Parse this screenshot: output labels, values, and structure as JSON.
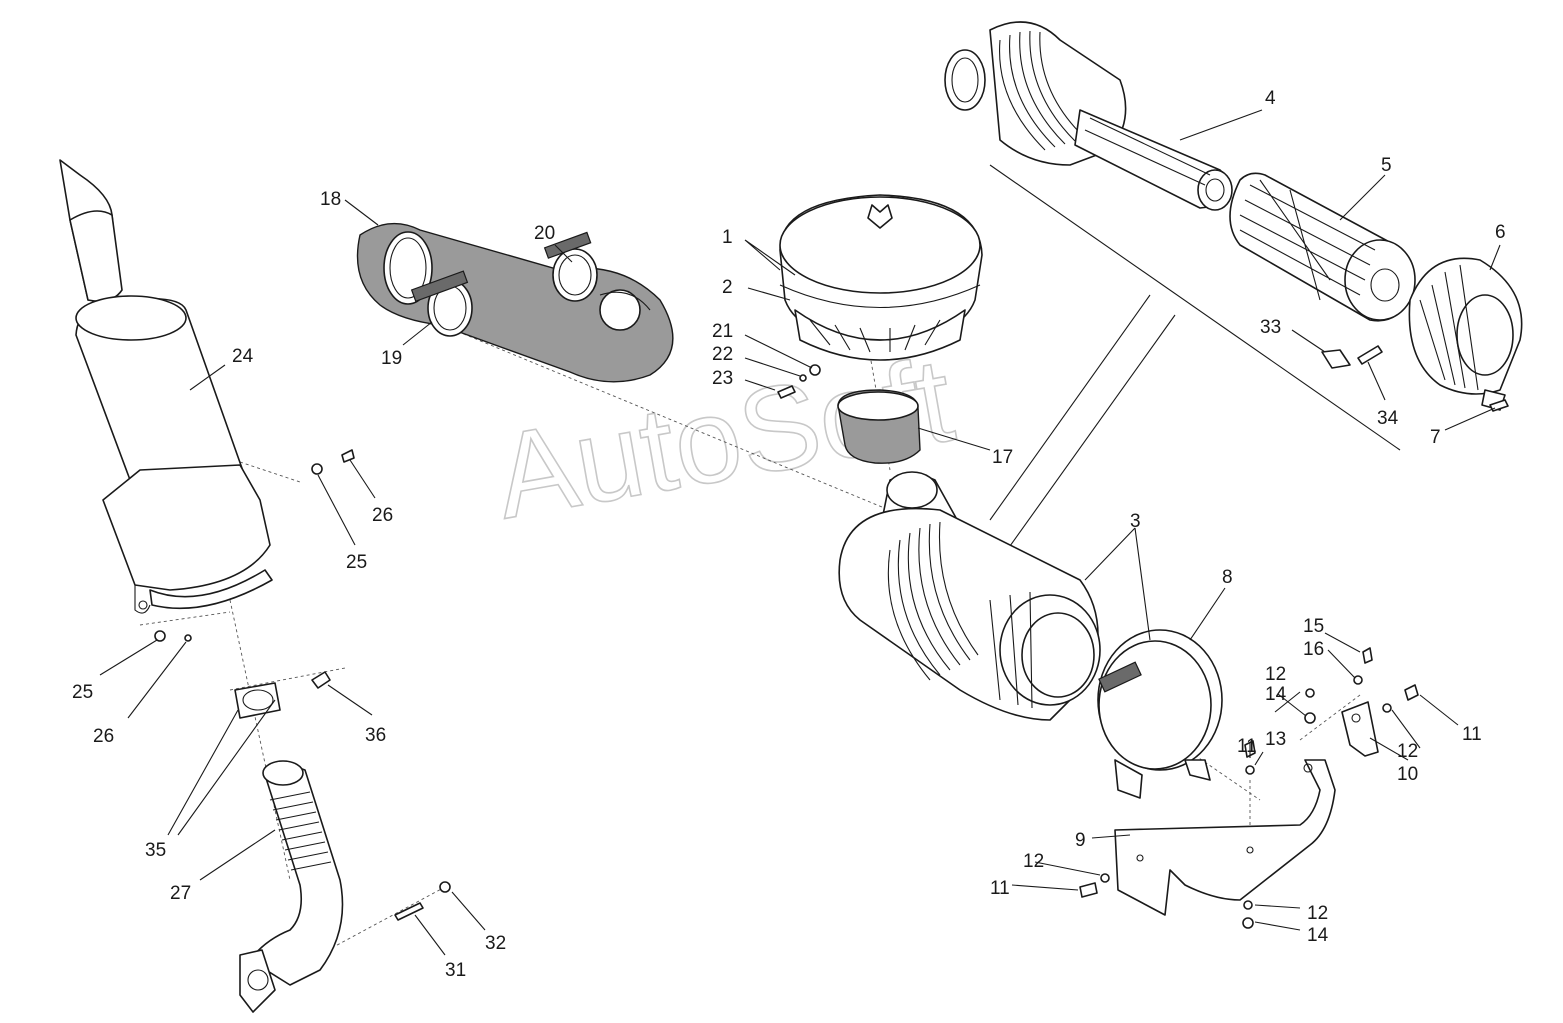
{
  "watermark": "AutoSoft",
  "callouts": [
    {
      "id": "c1",
      "label": "1"
    },
    {
      "id": "c2",
      "label": "2"
    },
    {
      "id": "c3",
      "label": "3"
    },
    {
      "id": "c4",
      "label": "4"
    },
    {
      "id": "c5",
      "label": "5"
    },
    {
      "id": "c6",
      "label": "6"
    },
    {
      "id": "c7",
      "label": "7"
    },
    {
      "id": "c8",
      "label": "8"
    },
    {
      "id": "c9",
      "label": "9"
    },
    {
      "id": "c10",
      "label": "10"
    },
    {
      "id": "c11a",
      "label": "11"
    },
    {
      "id": "c11b",
      "label": "11"
    },
    {
      "id": "c11c",
      "label": "11"
    },
    {
      "id": "c12a",
      "label": "12"
    },
    {
      "id": "c12b",
      "label": "12"
    },
    {
      "id": "c12c",
      "label": "12"
    },
    {
      "id": "c12d",
      "label": "12"
    },
    {
      "id": "c13",
      "label": "13"
    },
    {
      "id": "c14a",
      "label": "14"
    },
    {
      "id": "c14b",
      "label": "14"
    },
    {
      "id": "c15",
      "label": "15"
    },
    {
      "id": "c16",
      "label": "16"
    },
    {
      "id": "c17",
      "label": "17"
    },
    {
      "id": "c18",
      "label": "18"
    },
    {
      "id": "c19",
      "label": "19"
    },
    {
      "id": "c20",
      "label": "20"
    },
    {
      "id": "c21",
      "label": "21"
    },
    {
      "id": "c22",
      "label": "22"
    },
    {
      "id": "c23",
      "label": "23"
    },
    {
      "id": "c24",
      "label": "24"
    },
    {
      "id": "c25a",
      "label": "25"
    },
    {
      "id": "c25b",
      "label": "25"
    },
    {
      "id": "c26a",
      "label": "26"
    },
    {
      "id": "c26b",
      "label": "26"
    },
    {
      "id": "c27",
      "label": "27"
    },
    {
      "id": "c31",
      "label": "31"
    },
    {
      "id": "c32",
      "label": "32"
    },
    {
      "id": "c33",
      "label": "33"
    },
    {
      "id": "c34",
      "label": "34"
    },
    {
      "id": "c35",
      "label": "35"
    },
    {
      "id": "c36",
      "label": "36"
    }
  ]
}
